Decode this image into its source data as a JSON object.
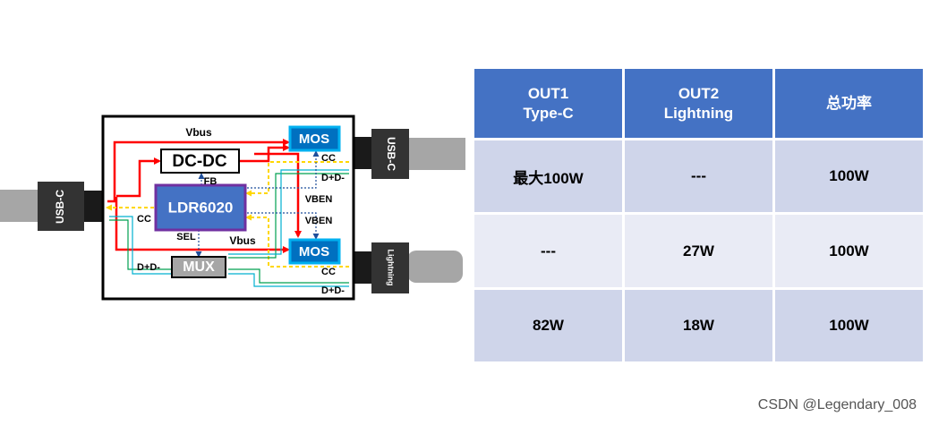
{
  "diagram": {
    "left_port": "USB-C",
    "right_top_port": "USB-C",
    "right_bottom_port": "Lightning",
    "blocks": {
      "dcdc": "DC-DC",
      "ldr": "LDR6020",
      "mux": "MUX",
      "mos_top": "MOS",
      "mos_bottom": "MOS"
    },
    "signals": {
      "vbus_top": "Vbus",
      "vbus_mid": "Vbus",
      "fb": "FB",
      "sel": "SEL",
      "cc_left": "CC",
      "cc_top": "CC",
      "cc_bottom": "CC",
      "vben_top": "VBEN",
      "vben_bottom": "VBEN",
      "dpdm_top": "D+D-",
      "dpdm_mux": "D+D-",
      "dpdm_bottom": "D+D-"
    }
  },
  "table": {
    "headers": [
      {
        "line1": "OUT1",
        "line2": "Type-C"
      },
      {
        "line1": "OUT2",
        "line2": "Lightning"
      },
      {
        "line1": "总功率",
        "line2": ""
      }
    ],
    "rows": [
      [
        "最大100W",
        "---",
        "100W"
      ],
      [
        "---",
        "27W",
        "100W"
      ],
      [
        "82W",
        "18W",
        "100W"
      ]
    ]
  },
  "footer": "CSDN @Legendary_008"
}
